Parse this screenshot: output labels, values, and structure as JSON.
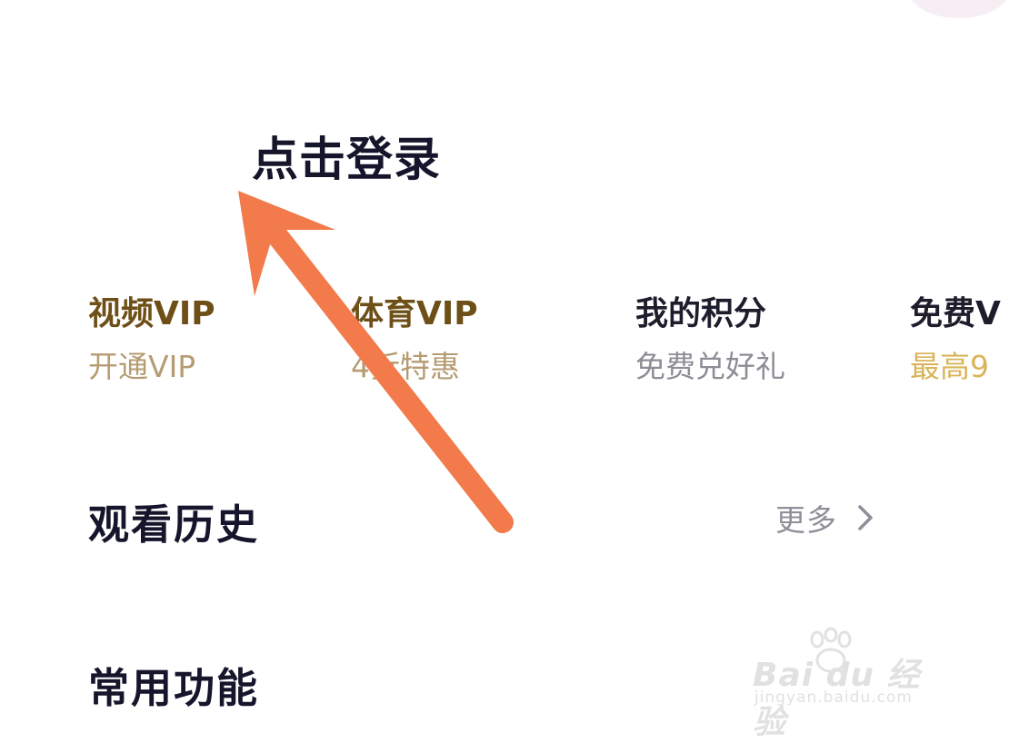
{
  "header": {
    "login_label": "点击登录"
  },
  "features": [
    {
      "title": "视频VIP",
      "subtitle": "开通VIP"
    },
    {
      "title": "体育VIP",
      "subtitle": "4折特惠"
    },
    {
      "title": "我的积分",
      "subtitle": "免费兑好礼"
    },
    {
      "title": "免费V",
      "subtitle": "最高9"
    }
  ],
  "history": {
    "title": "观看历史",
    "more_label": "更多"
  },
  "common": {
    "title": "常用功能"
  },
  "annotation": {
    "arrow_color": "#f27a4b"
  },
  "watermark": {
    "logo_text": "Bai du 经验",
    "url": "jingyan.baidu.com"
  },
  "colors": {
    "vip_gold_title": "#6e4f17",
    "vip_gold_subtitle": "#b59c72",
    "text_dark": "#15152b",
    "text_grey": "#8d8d96",
    "accent_yellow": "#d9b45a"
  },
  "icons": {
    "more": "chevron-right-icon"
  }
}
